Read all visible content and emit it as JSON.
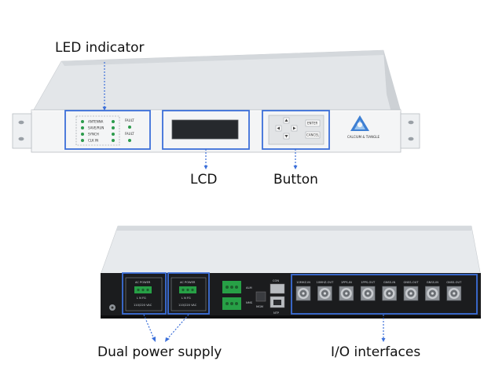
{
  "front_panel": {
    "callouts": {
      "led": "LED indicator",
      "lcd": "LCD",
      "button": "Button"
    },
    "led_labels": [
      "ANTENNA",
      "SAVE/RUN",
      "SYNCH",
      "CLK IN"
    ],
    "fault_labels": [
      "FAULT",
      "FAULT"
    ],
    "button_labels": [
      "ENTER",
      "CANCEL"
    ],
    "brand": "CALCIUM & TIANGLE"
  },
  "rear_panel": {
    "callouts": {
      "power": "Dual power supply",
      "io": "I/O interfaces"
    },
    "power_modules": [
      {
        "title": "AC POWER",
        "sub": "L  N  FG",
        "rating": "110/220 VAC"
      },
      {
        "title": "AC POWER",
        "sub": "L  N  FG",
        "rating": "110/220 VAC"
      }
    ],
    "io_labels": [
      "10MHZ-IN",
      "10MHZ-OUT",
      "1PPS-IN",
      "1PPS-OUT",
      "GNSS-IN",
      "GNSS-OUT",
      "GNSS-IN",
      "GNSS-OUT"
    ],
    "aux_labels": [
      "ALM",
      "NMS",
      "CON",
      "NTP",
      "MGM"
    ]
  },
  "colors": {
    "highlight": "#3b6fd9",
    "chassis_top": "#e6e9ec",
    "front_face": "#f4f5f6",
    "rear_face": "#1b1c1e",
    "led": "#2c9b4c",
    "terminal": "#27a046"
  }
}
